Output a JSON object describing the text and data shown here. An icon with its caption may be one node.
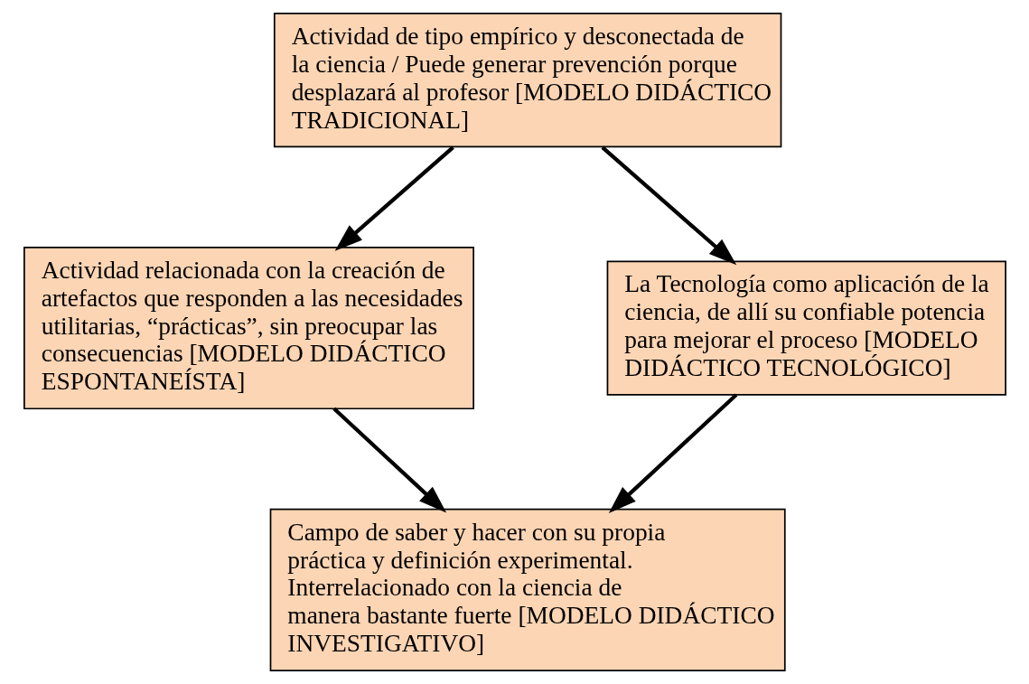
{
  "diagram": {
    "nodes": [
      {
        "text": [
          "Actividad de tipo empírico y desconectada de la ciencia / Puede generar prevención porque desplazará al profesor [MODELO DIDÁCTICO TRADICIONAL]"
        ]
      },
      {
        "text": [
          "Actividad relacionada con la creación de artefactos que responden a las necesidades utilitarias, “prácticas”, sin preocupar las consecuencias [MODELO DIDÁCTICO ESPONTANEÍSTA]"
        ]
      },
      {
        "text": [
          "La Tecnología como aplicación de la ciencia, de allí su confiable potencia para mejorar el proceso [MODELO DIDÁCTICO TECNOLÓGICO]"
        ]
      },
      {
        "text": [
          "Campo de saber y hacer con su propia práctica y definición experimental. Interrelacionado con la ciencia de manera bastante fuerte [MODELO DIDÁCTICO INVESTIGATIVO]"
        ]
      }
    ],
    "edges": [
      {
        "from": 0,
        "to": 1,
        "arrow": "to"
      },
      {
        "from": 0,
        "to": 2,
        "arrow": "to"
      },
      {
        "from": 1,
        "to": 3,
        "arrow": "to"
      },
      {
        "from": 2,
        "to": 3,
        "arrow": "to"
      }
    ]
  }
}
